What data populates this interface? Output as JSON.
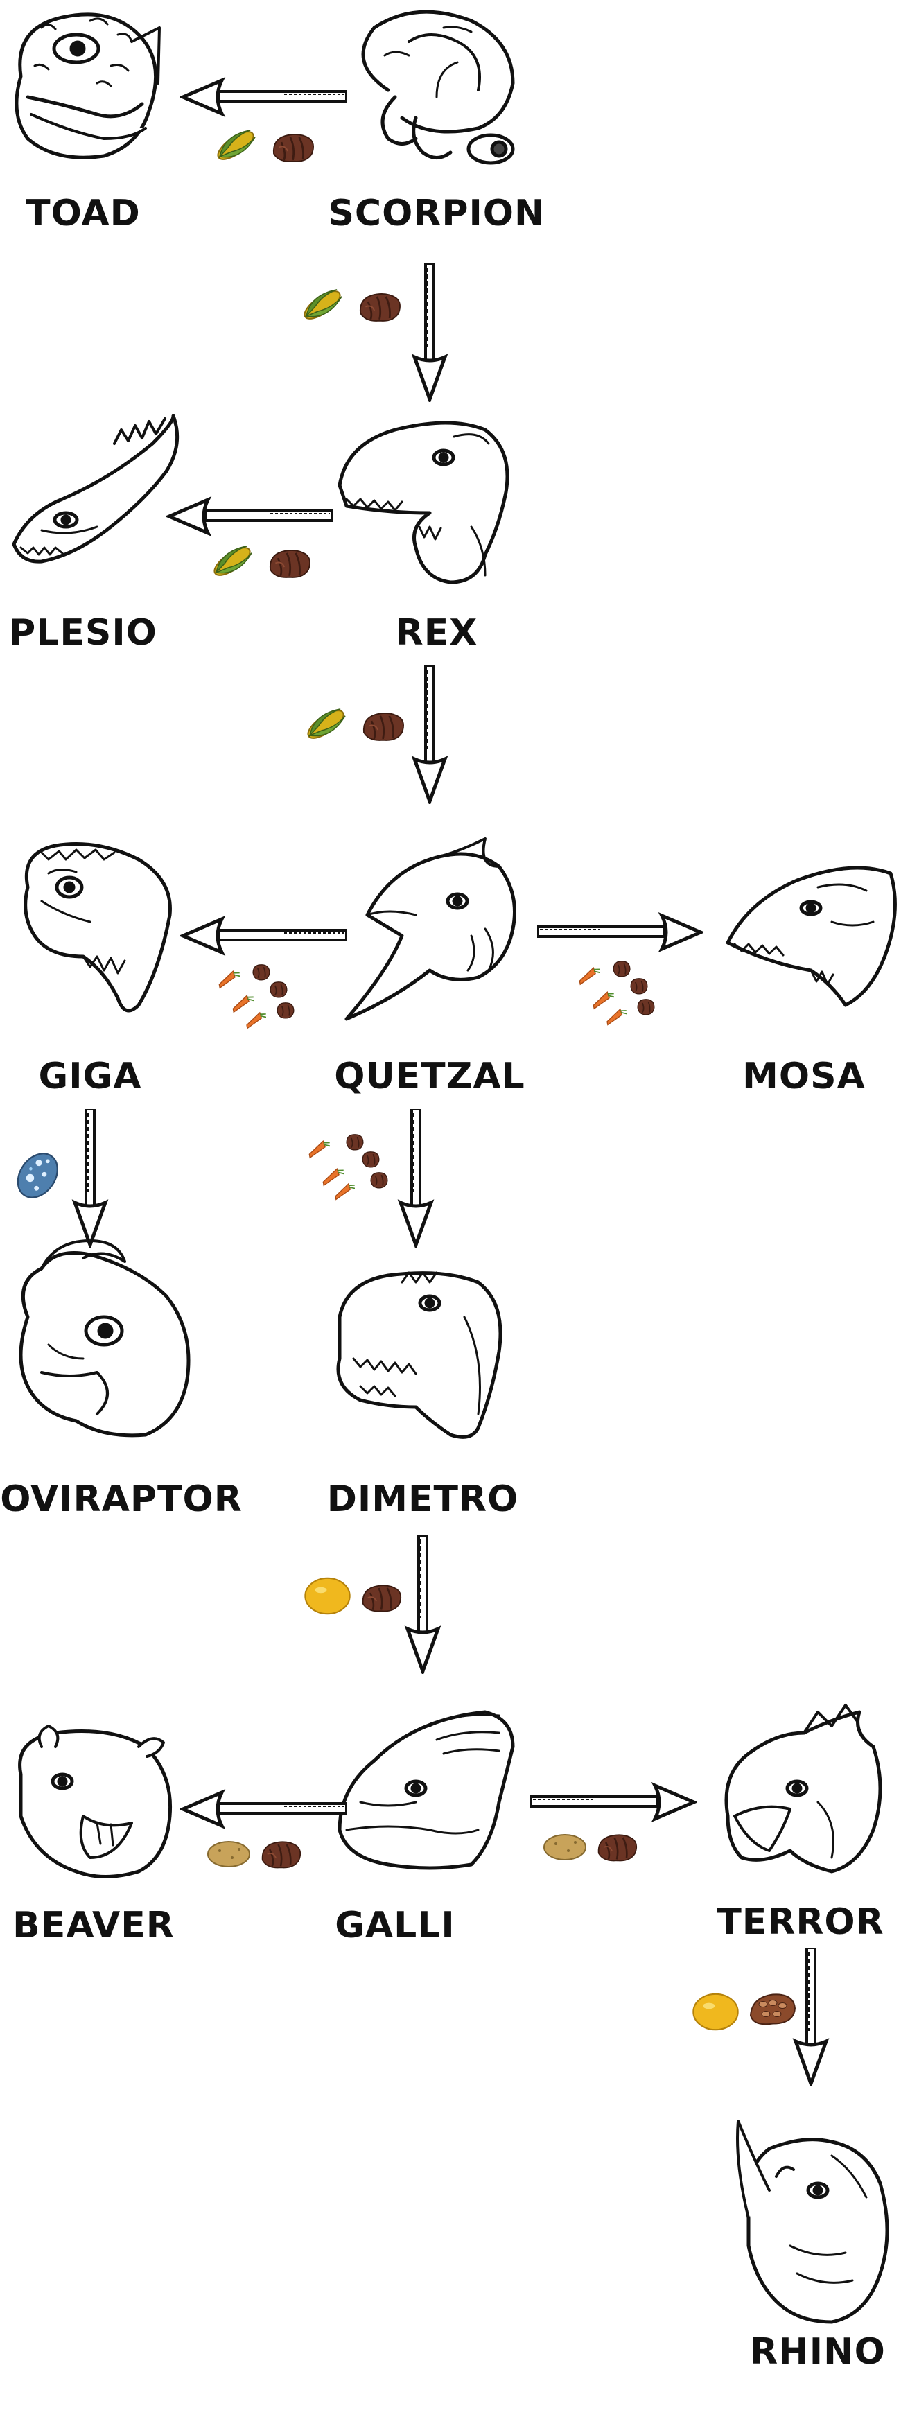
{
  "creatures": {
    "toad": "TOAD",
    "scorpion": "SCORPION",
    "plesio": "PLESIO",
    "rex": "REX",
    "giga": "GIGA",
    "quetzal": "QUETZAL",
    "mosa": "MOSA",
    "oviraptor": "OVIRAPTOR",
    "dimetro": "DIMETRO",
    "beaver": "BEAVER",
    "galli": "GALLI",
    "terror": "TERROR",
    "rhino": "RHINO"
  },
  "edges": [
    {
      "from": "scorpion",
      "to": "toad",
      "items": [
        "corn",
        "meat"
      ]
    },
    {
      "from": "scorpion",
      "to": "rex",
      "items": [
        "corn",
        "meat"
      ]
    },
    {
      "from": "rex",
      "to": "plesio",
      "items": [
        "corn",
        "meat"
      ]
    },
    {
      "from": "rex",
      "to": "quetzal",
      "items": [
        "corn",
        "meat"
      ]
    },
    {
      "from": "quetzal",
      "to": "giga",
      "items": [
        "carrots",
        "meat-chunks"
      ]
    },
    {
      "from": "quetzal",
      "to": "mosa",
      "items": [
        "carrots",
        "meat-chunks"
      ]
    },
    {
      "from": "giga",
      "to": "oviraptor",
      "items": [
        "egg"
      ]
    },
    {
      "from": "quetzal",
      "to": "dimetro",
      "items": [
        "carrots",
        "meat-chunks"
      ]
    },
    {
      "from": "dimetro",
      "to": "galli",
      "items": [
        "lemon",
        "meat"
      ]
    },
    {
      "from": "galli",
      "to": "beaver",
      "items": [
        "potato",
        "meat"
      ]
    },
    {
      "from": "galli",
      "to": "terror",
      "items": [
        "potato",
        "meat"
      ]
    },
    {
      "from": "terror",
      "to": "rhino",
      "items": [
        "lemon",
        "cocoa"
      ]
    }
  ],
  "item_colors": {
    "corn": "#d6b21a",
    "corn_husk": "#5d8f2a",
    "meat": "#6b3424",
    "carrot": "#e8732a",
    "egg": "#5b9bd5",
    "lemon": "#f0b81e",
    "potato": "#c8a35a",
    "cocoa": "#8b4a2b"
  }
}
